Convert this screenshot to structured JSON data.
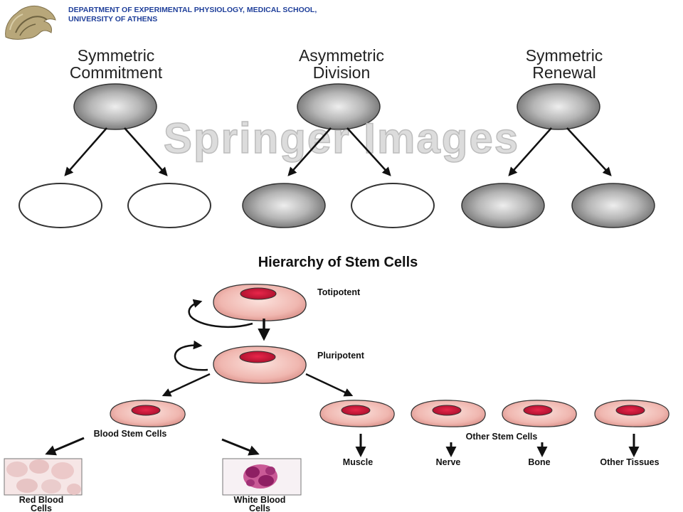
{
  "header": {
    "line1": "DEPARTMENT OF EXPERIMENTAL PHYSIOLOGY, MEDICAL SCHOOL,",
    "line2": "UNIVERSITY OF ATHENS"
  },
  "division_modes": [
    {
      "line1": "Symmetric",
      "line2": "Commitment"
    },
    {
      "line1": "Asymmetric",
      "line2": "Division"
    },
    {
      "line1": "Symmetric",
      "line2": "Renewal"
    }
  ],
  "watermark": "Springer Images",
  "hierarchy": {
    "title": "Hierarchy of Stem Cells",
    "totipotent": "Totipotent",
    "pluripotent": "Pluripotent",
    "blood_stem_cells": "Blood Stem Cells",
    "other_stem_cells": "Other Stem Cells",
    "red_blood_1": "Red Blood",
    "red_blood_2": "Cells",
    "white_blood_1": "White Blood",
    "white_blood_2": "Cells",
    "muscle": "Muscle",
    "nerve": "Nerve",
    "bone": "Bone",
    "other_tissues": "Other Tissues"
  },
  "colors": {
    "header_text": "#1f3f9a",
    "cell_pink": "#f0b7b0",
    "nucleus_red": "#d4183a",
    "gray_cell": "#9a9a9a"
  }
}
